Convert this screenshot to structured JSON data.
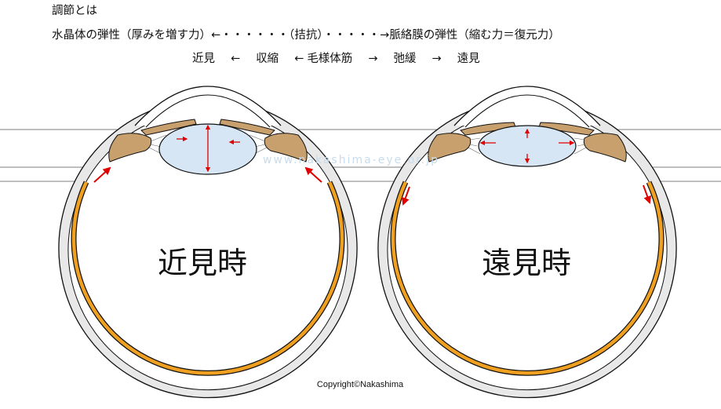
{
  "header": {
    "title": "調節とは",
    "line1": {
      "left": "水晶体の弾性（厚みを増す力）",
      "left_arrow": "←・・・・・・",
      "center": "（拮抗）",
      "right_arrow": "・・・・・→",
      "right": "脈絡膜の弾性（縮む力＝復元力）"
    },
    "line2": {
      "near": "近見",
      "arrow1": "←",
      "contract": "収縮",
      "arrow2": "←",
      "muscle": "毛様体筋",
      "arrow3": "→",
      "relax": "弛緩",
      "arrow4": "→",
      "far": "遠見"
    }
  },
  "eyes": {
    "near_label": "近見時",
    "far_label": "遠見時"
  },
  "watermark": "www.nakashima-eye.or.jp",
  "copyright": "Copyright©Nakashima",
  "colors": {
    "sclera_fill": "#e8e8e8",
    "choroid": "#f0a020",
    "ciliary_muscle": "#c8a06e",
    "lens": "#d6e6f5",
    "arrow": "#e00000",
    "outline": "#111111"
  }
}
